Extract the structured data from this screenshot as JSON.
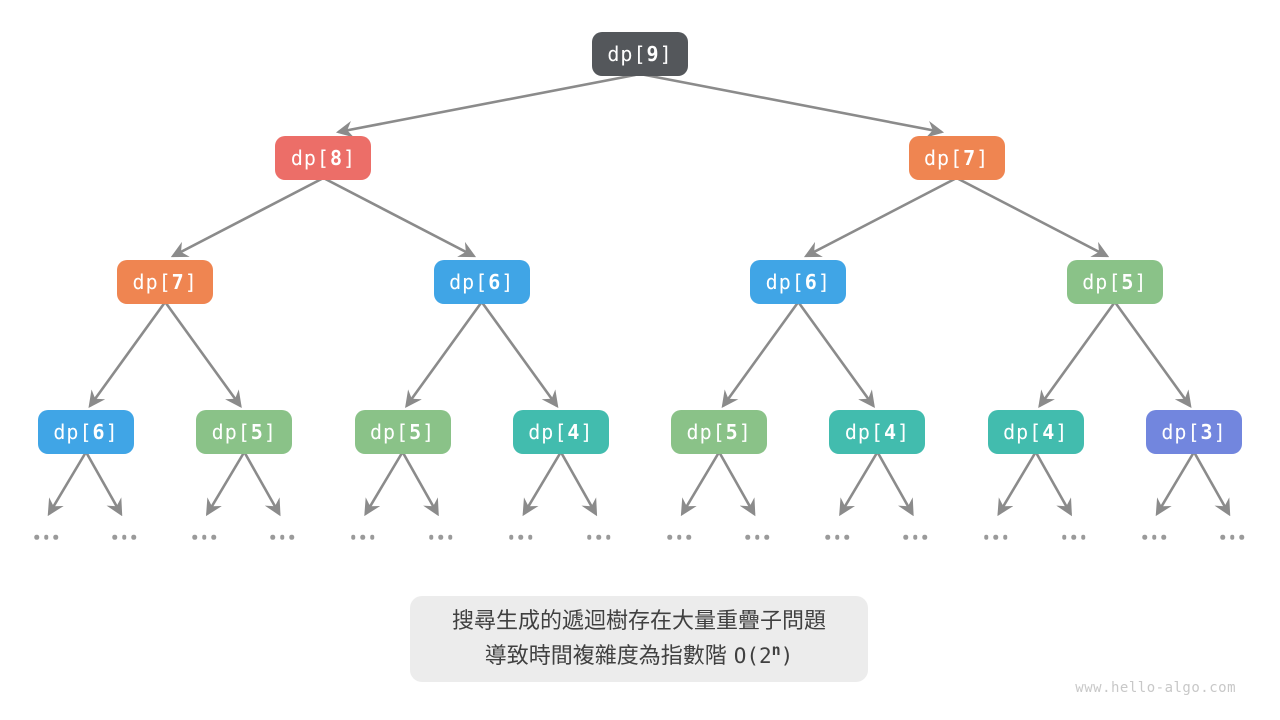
{
  "palette": {
    "dark": "#54575b",
    "red": "#ec6e68",
    "orange": "#ef8551",
    "blue": "#40a5e6",
    "green": "#8ac288",
    "teal": "#42bcae",
    "purple": "#7286de",
    "arrow": "#8b8b8b",
    "dot": "#9a9a9a",
    "caption_bg": "#ececec",
    "caption_text": "#404040",
    "watermark": "#c8c8c8"
  },
  "tree": {
    "node_prefix": "dp[",
    "node_suffix": "]",
    "ellipsis": "...",
    "levels": [
      {
        "nodes": [
          {
            "value": "9",
            "color": "dark"
          }
        ]
      },
      {
        "nodes": [
          {
            "value": "8",
            "color": "red"
          },
          {
            "value": "7",
            "color": "orange"
          }
        ]
      },
      {
        "nodes": [
          {
            "value": "7",
            "color": "orange"
          },
          {
            "value": "6",
            "color": "blue"
          },
          {
            "value": "6",
            "color": "blue"
          },
          {
            "value": "5",
            "color": "green"
          }
        ]
      },
      {
        "nodes": [
          {
            "value": "6",
            "color": "blue"
          },
          {
            "value": "5",
            "color": "green"
          },
          {
            "value": "5",
            "color": "green"
          },
          {
            "value": "4",
            "color": "teal"
          },
          {
            "value": "5",
            "color": "green"
          },
          {
            "value": "4",
            "color": "teal"
          },
          {
            "value": "4",
            "color": "teal"
          },
          {
            "value": "3",
            "color": "purple"
          }
        ]
      }
    ]
  },
  "caption": {
    "line1": "搜尋生成的遞迴樹存在大量重疊子問題",
    "line2_text": "導致時間複雜度為指數階 ",
    "formula_prefix": "O(2",
    "formula_sup": "n",
    "formula_suffix": ")"
  },
  "watermark": "www.hello-algo.com"
}
